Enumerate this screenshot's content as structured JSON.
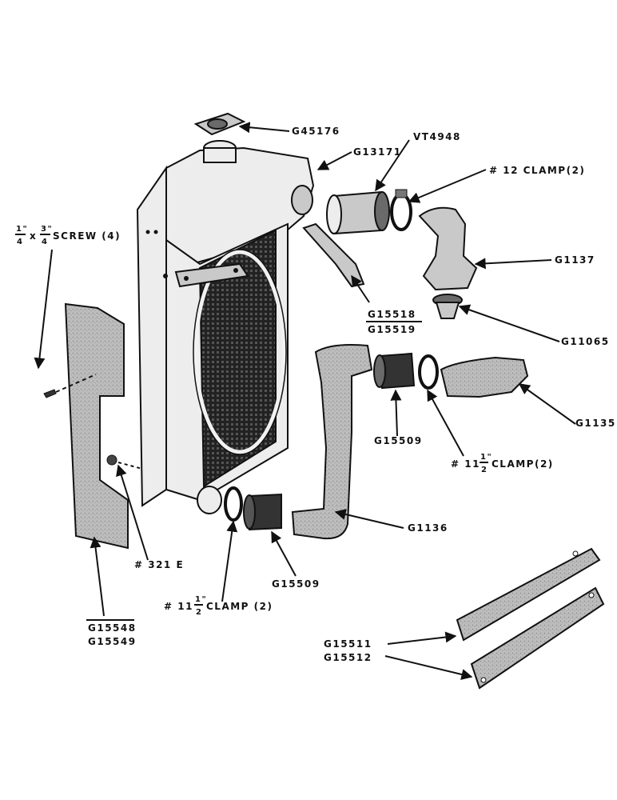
{
  "labels": {
    "cap": "G45176",
    "tank": "G13171",
    "upper_hose": "VT4948",
    "clamp12": "# 12 CLAMP(2)",
    "elbow_upper": "G1137",
    "thermostat": "G11065",
    "brace_a": "G15518",
    "brace_b": "G15519",
    "screw_frac1_num": "1\"",
    "screw_frac1_den": "4",
    "screw_x": "x",
    "screw_frac2_num": "3\"",
    "screw_frac2_den": "4",
    "screw_text": "SCREW (4)",
    "elbow_lower": "G1135",
    "mid_hose": "G15509",
    "clamp_mid_prefix": "# 11",
    "clamp_mid_frac_num": "1\"",
    "clamp_mid_frac_den": "2",
    "clamp_mid_text": "CLAMP(2)",
    "lower_pipe": "G1136",
    "fastener": "# 321 E",
    "lower_hose": "G15509",
    "clamp_low_prefix": "# 11",
    "clamp_low_frac_num": "1\"",
    "clamp_low_frac_den": "2",
    "clamp_low_text": "CLAMP (2)",
    "shroud_a": "G15548",
    "shroud_b": "G15549",
    "bar_a": "G15511",
    "bar_b": "G15512"
  }
}
